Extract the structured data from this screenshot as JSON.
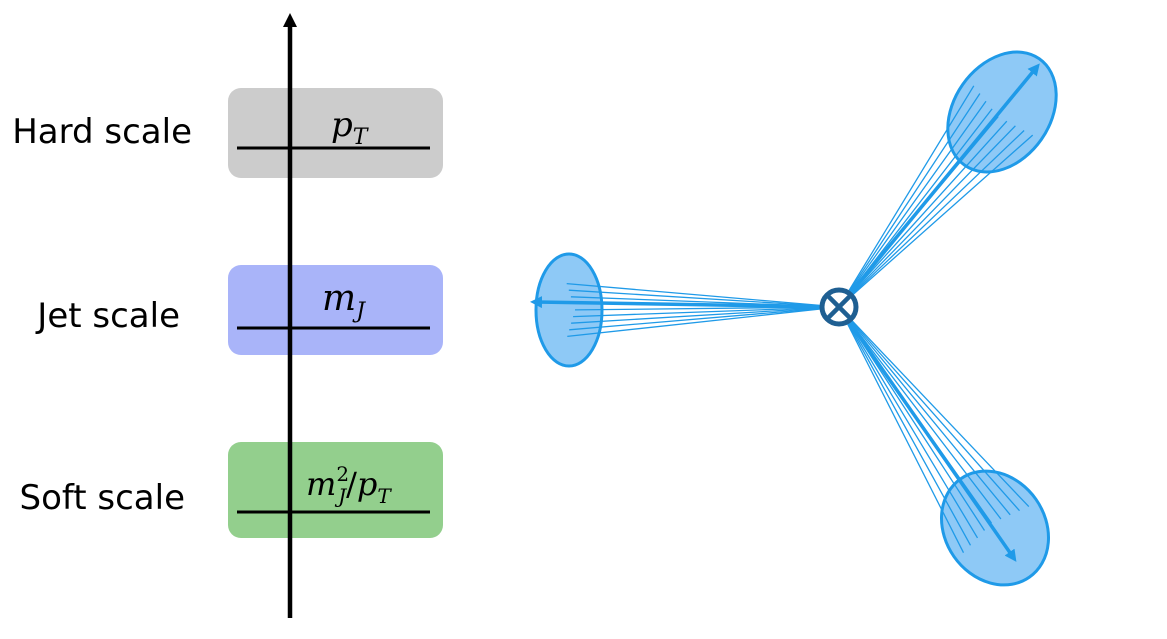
{
  "scales": [
    {
      "id": "hard",
      "label": "Hard scale",
      "formula": {
        "base": "p",
        "sub": "T"
      },
      "color": "#cccccc"
    },
    {
      "id": "jet",
      "label": "Jet scale",
      "formula": {
        "base": "m",
        "sub": "J"
      },
      "color": "#a9b4f9"
    },
    {
      "id": "soft",
      "label": "Soft scale",
      "formula": {
        "base": "m",
        "sup": "2",
        "sub": "J",
        "slash": "/",
        "base2": "p",
        "sub2": "T"
      },
      "color": "#93cf8d"
    }
  ],
  "jet_diagram": {
    "jet_fill_color": "#8ec9f6",
    "jet_stroke_color": "#1f9ae8",
    "vertex_color": "#1f5f92",
    "vertex_icon": "circle-times",
    "jet_count": 3
  },
  "colors": {
    "axis": "#000000",
    "background": "#ffffff"
  }
}
